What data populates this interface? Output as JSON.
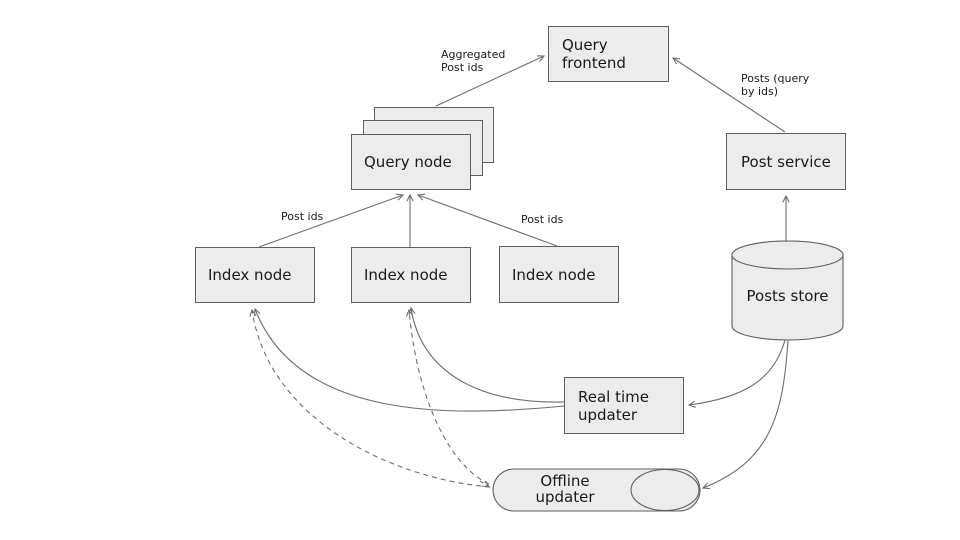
{
  "diagram": {
    "nodes": {
      "query_frontend": {
        "label": "Query\nfrontend"
      },
      "query_node": {
        "label": "Query node",
        "stack_count": 3
      },
      "index_node_1": {
        "label": "Index node"
      },
      "index_node_2": {
        "label": "Index node"
      },
      "index_node_3": {
        "label": "Index node"
      },
      "post_service": {
        "label": "Post service"
      },
      "posts_store": {
        "label": "Posts store",
        "shape": "cylinder"
      },
      "real_time_updater": {
        "label": "Real time\nupdater"
      },
      "offline_updater": {
        "label": "Offline\nupdater",
        "shape": "horizontal-cylinder"
      }
    },
    "edge_labels": {
      "aggregated_post_ids": "Aggregated\nPost ids",
      "posts_query_by_ids": "Posts (query\nby ids)",
      "post_ids_left": "Post ids",
      "post_ids_right": "Post ids"
    },
    "edges": [
      "query_node -> query_frontend (Aggregated Post ids)",
      "post_service -> query_frontend (Posts (query by ids))",
      "index_node_1 -> query_node (Post ids)",
      "index_node_2 -> query_node",
      "index_node_3 -> query_node (Post ids)",
      "posts_store -> post_service",
      "posts_store -> real_time_updater",
      "posts_store -> offline_updater",
      "real_time_updater -> index_node_1",
      "real_time_updater -> index_node_2",
      "offline_updater -> index_node_1 (dashed)",
      "offline_updater -> index_node_2 (dashed)"
    ],
    "colors": {
      "background": "#ffffff",
      "node_fill": "#ececec",
      "node_border": "#5f5f5f",
      "connector": "#6e6e6e",
      "text": "#1a1a1a"
    }
  }
}
